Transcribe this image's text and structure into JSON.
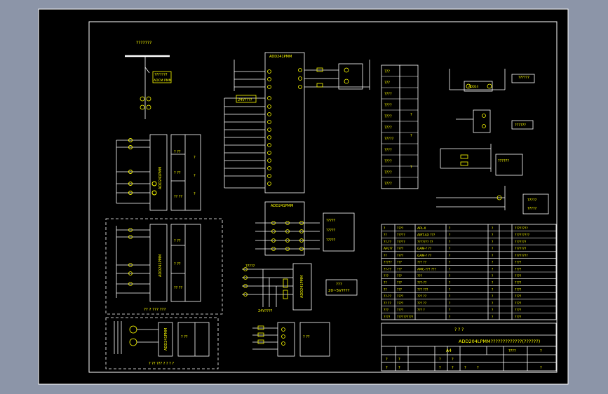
{
  "colors": {
    "background": "#8c95a8",
    "sheet": "#000000",
    "line": "#ffffff",
    "text": "#ffff00",
    "accent": "#00ff66",
    "warn": "#ff3333"
  },
  "top_left_label": "???????",
  "breaker_label": "???????",
  "breaker_model": "ADCM PMM",
  "power_label": "24V????",
  "center_title": "ADD241PMM",
  "mid_block_title": "ADD241PMM",
  "lower_cap_label": "?????",
  "lower_aux_label": "24V????",
  "lower_box_label": "??????",
  "note_line1": "???",
  "note_line2": "20~5V????",
  "right_boxes": [
    "??????",
    "??????",
    "??????",
    "?????",
    "?????",
    "?????"
  ],
  "indicator_rows": [
    "???",
    "???",
    "????",
    "????",
    "????",
    "????",
    "?????",
    "????",
    "????",
    "????",
    "????"
  ],
  "indicator_side": [
    "?",
    "?",
    "?"
  ],
  "left_panel_labels": [
    "? ??",
    "? ??",
    "?? ??"
  ],
  "dashed_caption": "?? ? ??? ???",
  "bottom_caption": "? ?? ??? ? ? ? ?",
  "table_rows": [
    [
      "?",
      "????",
      "APL-X",
      "?",
      "?",
      "????????"
    ],
    [
      "??",
      "?????",
      "AIRT-AX ???",
      "?",
      "?",
      "?????????"
    ],
    [
      "??-??",
      "?????",
      "??????? ??",
      "?",
      "?",
      "???????"
    ],
    [
      "APL??",
      "????",
      "GAM-? ??",
      "?",
      "?",
      "???????"
    ],
    [
      "??",
      "????",
      "GAM-? ??",
      "?",
      "?",
      "????????"
    ],
    [
      "?????",
      "???",
      "??? ??",
      "?",
      "?",
      "????"
    ],
    [
      "??-??",
      "???",
      "AMC-??? ???",
      "?",
      "?",
      "????"
    ],
    [
      "???",
      "???",
      "???",
      "?",
      "?",
      "????"
    ],
    [
      "??",
      "???",
      "???-??",
      "?",
      "?",
      "????"
    ],
    [
      "??",
      "???",
      "??? ???",
      "?",
      "?",
      "????"
    ],
    [
      "??-??",
      "????",
      "??? ??",
      "?",
      "?",
      "????"
    ],
    [
      "?? ??",
      "????",
      "??? ??",
      "?",
      "?",
      "????"
    ],
    [
      "???",
      "????",
      "??? ?",
      "?",
      "?",
      "????"
    ],
    [
      "????",
      "??????????",
      "",
      "?",
      "?",
      "????"
    ]
  ],
  "title_block": {
    "header": "?   ?   ?",
    "drawing_title": "ADD204LPMM?????????????(??????)",
    "sheet_size": "A4",
    "row1": [
      "?",
      "?",
      "?",
      "?",
      "????",
      "?"
    ],
    "row2": [
      "?",
      "?",
      "?",
      "?",
      "?",
      "?",
      "?"
    ]
  }
}
